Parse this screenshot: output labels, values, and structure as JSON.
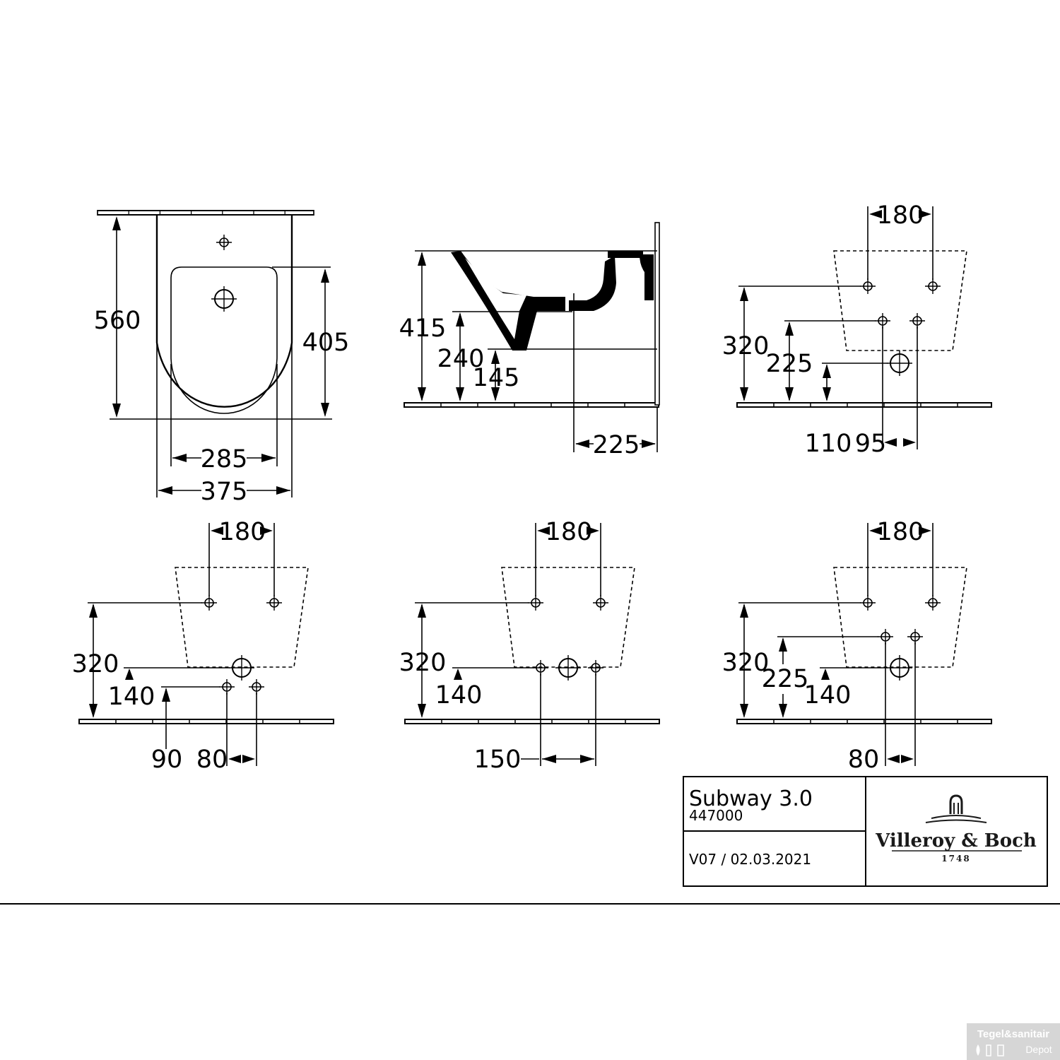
{
  "top_view": {
    "d560": "560",
    "d405": "405",
    "d285": "285",
    "d375": "375"
  },
  "side_view": {
    "d415": "415",
    "d240": "240",
    "d145": "145",
    "d225": "225"
  },
  "wall_view_1": {
    "d180": "180",
    "d320": "320",
    "d225": "225",
    "d110": "110",
    "d95": "95"
  },
  "wall_view_2": {
    "d180": "180",
    "d320": "320",
    "d140": "140",
    "d90": "90",
    "d80": "80"
  },
  "wall_view_3": {
    "d180": "180",
    "d320": "320",
    "d140": "140",
    "d150": "150"
  },
  "wall_view_4": {
    "d180": "180",
    "d320": "320",
    "d225": "225",
    "d140": "140",
    "d80": "80"
  },
  "title_block": {
    "product": "Subway 3.0",
    "article": "447000",
    "version": "V07 / 02.03.2021",
    "brand": "Villeroy & Boch",
    "year": "1748"
  },
  "watermark": {
    "line1": "Tegel&sanitair",
    "line2": "Depot"
  }
}
